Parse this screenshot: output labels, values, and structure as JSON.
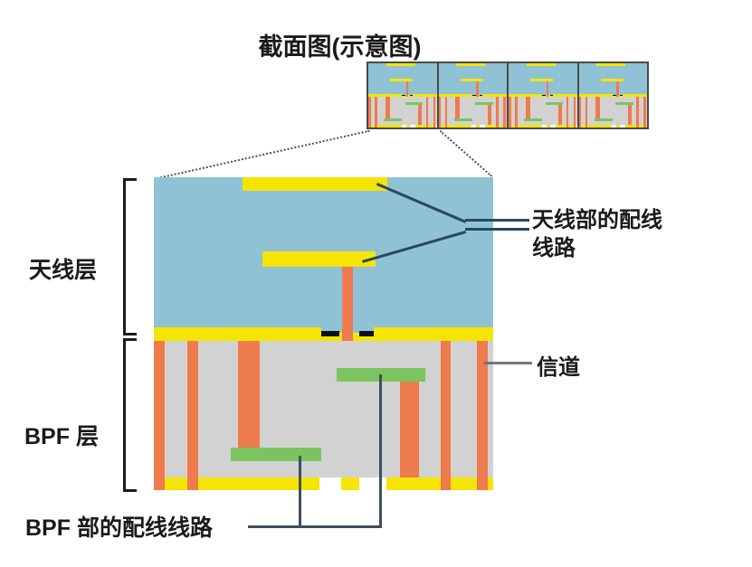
{
  "title": "截面图(示意图)",
  "labels": {
    "antenna_layer": "天线层",
    "bpf_layer": "BPF 层",
    "antenna_wiring_line1": "天线部的配线",
    "antenna_wiring_line2": "线路",
    "channel": "信道",
    "bpf_wiring": "BPF 部的配线线路"
  },
  "thumbnail": {
    "repeat_count": 4
  },
  "colors": {
    "antenna_substrate": "#8fc2d5",
    "conductor_yellow": "#f6e405",
    "via_orange": "#ee7b4e",
    "resonator_green": "#7cc45f",
    "bpf_substrate": "#d2d2d2",
    "pad_black": "#101010",
    "leader_dark": "#28495c",
    "leader_gray": "#73767a",
    "leader_slate": "#3d4f5a"
  }
}
